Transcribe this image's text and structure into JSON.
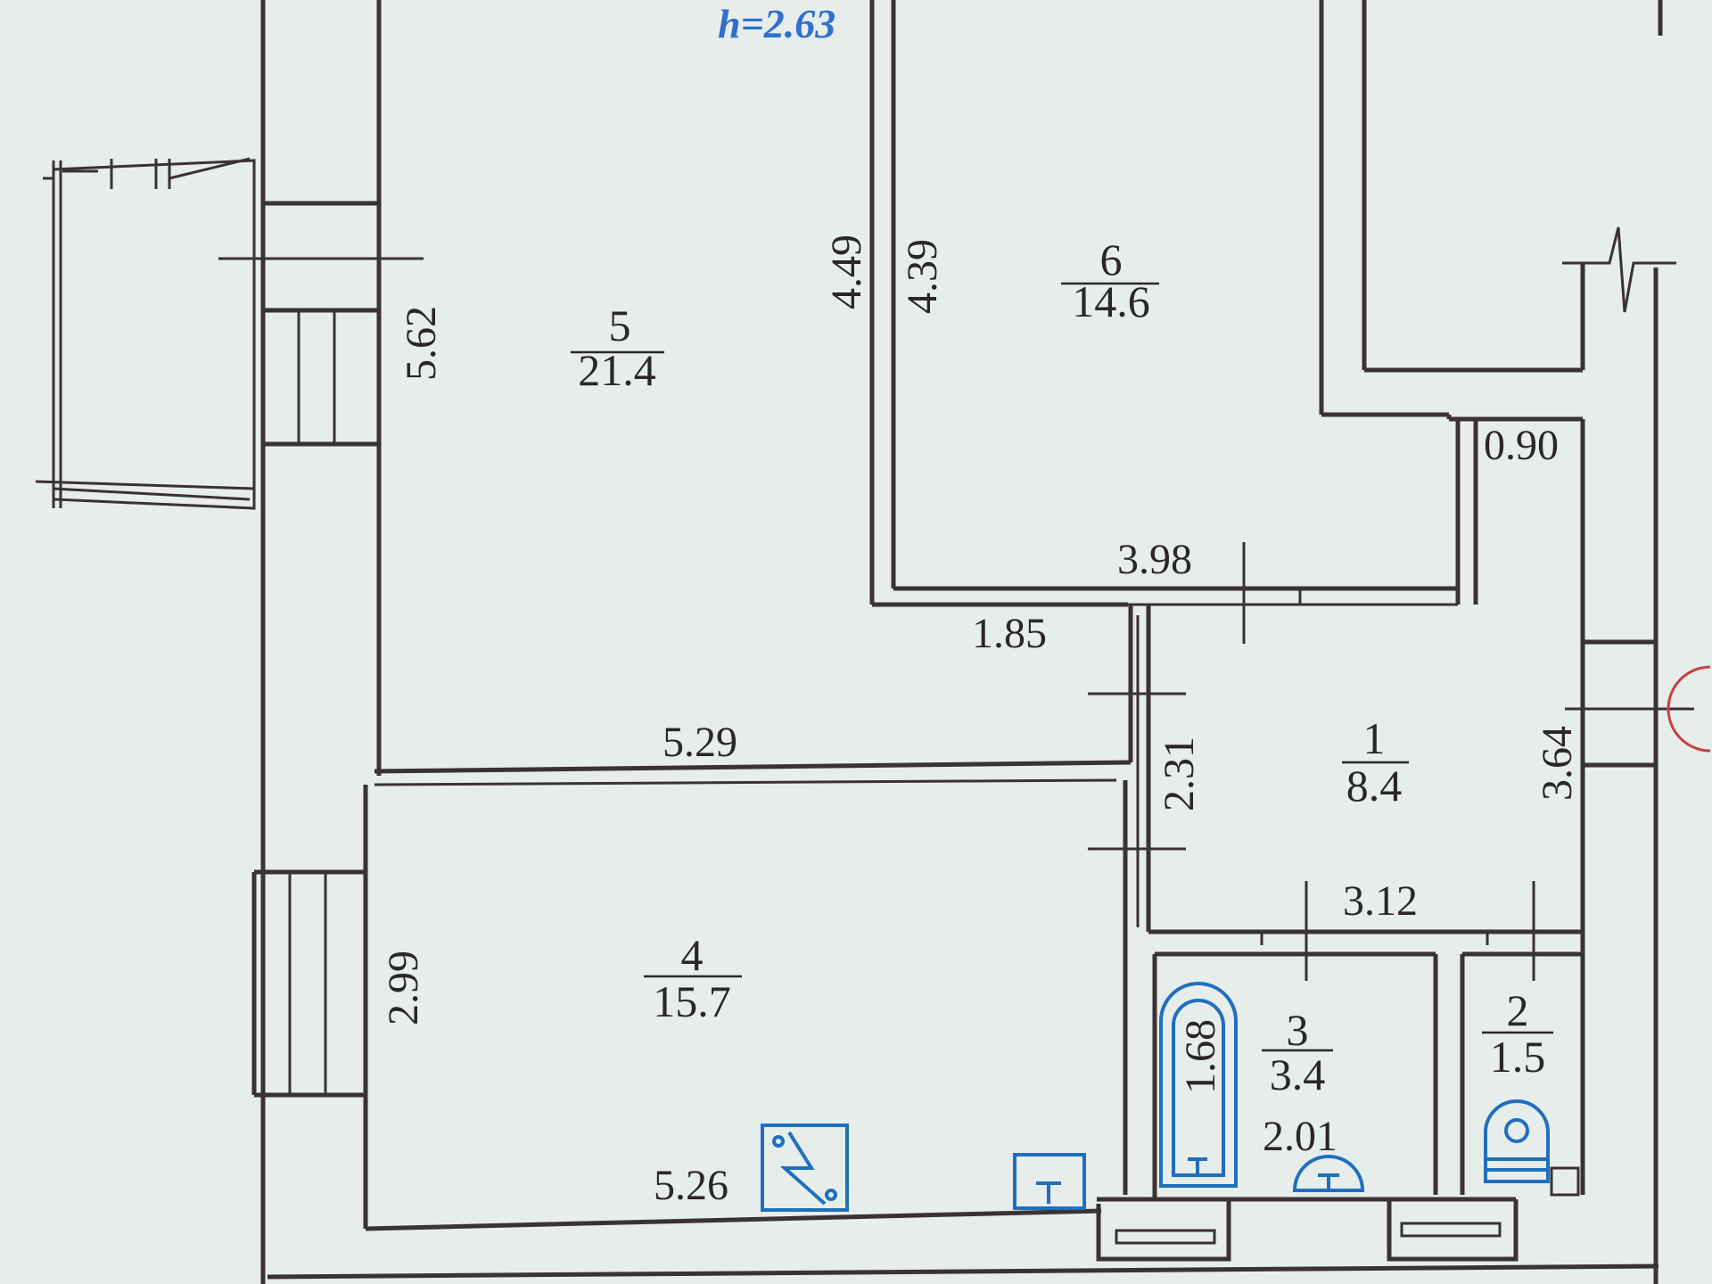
{
  "ceiling_height": "h=2.63",
  "rooms": [
    {
      "number": "1",
      "area": "8.4"
    },
    {
      "number": "2",
      "area": "1.5"
    },
    {
      "number": "3",
      "area": "3.4"
    },
    {
      "number": "4",
      "area": "15.7"
    },
    {
      "number": "5",
      "area": "21.4"
    },
    {
      "number": "6",
      "area": "14.6"
    }
  ],
  "dimensions": {
    "room5_height": "5.62",
    "room5_corridor_a": "4.49",
    "room6_height": "4.39",
    "room6_width": "3.98",
    "closet_width": "0.90",
    "hall_top": "1.85",
    "room4_width_top": "5.29",
    "hall_height": "2.31",
    "hall_right": "3.64",
    "bath_width": "3.12",
    "room4_height": "2.99",
    "bath_length": "1.68",
    "bath_width_bottom": "2.01",
    "room4_width_bottom": "5.26"
  },
  "colors": {
    "walls": "#3a3233",
    "fixtures": "#1f6fbf",
    "paper": "#e7edea"
  }
}
